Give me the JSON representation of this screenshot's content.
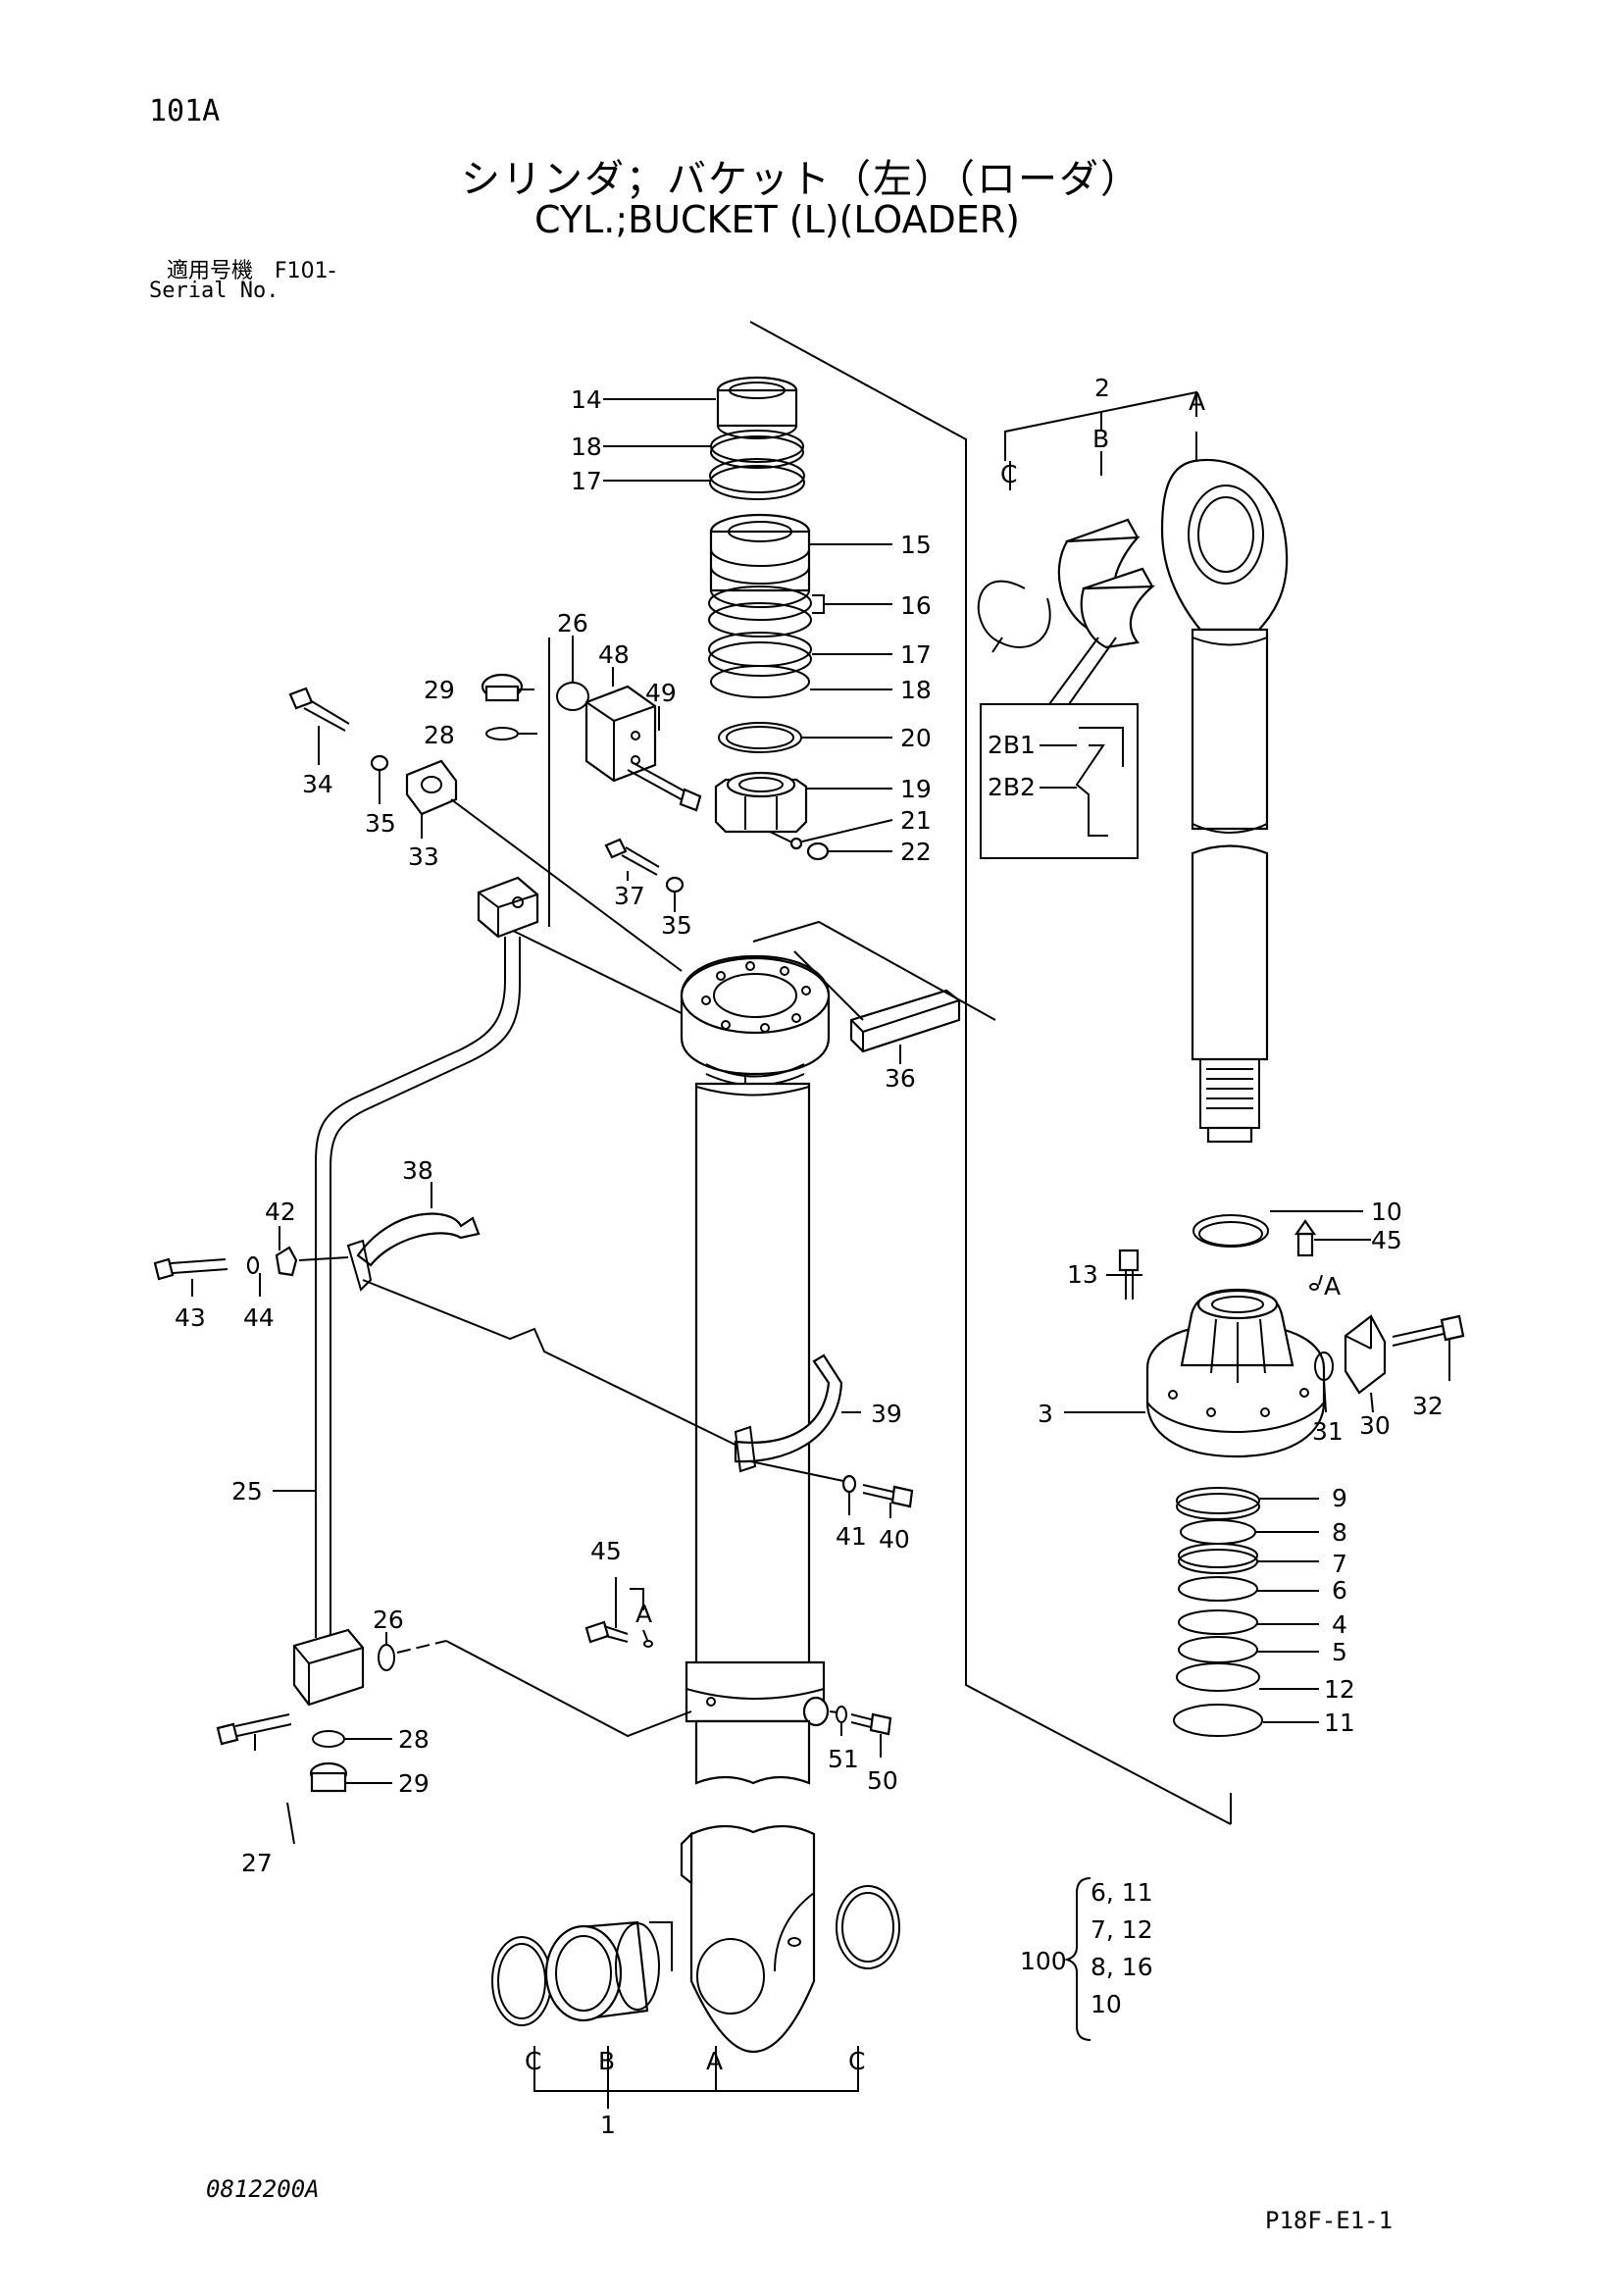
{
  "page_number": "101A",
  "title_jp": "シリンダ；バケット（左）（ローダ）",
  "title_en": "CYL.;BUCKET (L)(LOADER)",
  "serial_jp": "適用号機　F101-",
  "serial_en": "Serial No.",
  "drawing_code": "0812200A",
  "sheet_ref": "P18F-E1-1",
  "callouts": {
    "c1": "1",
    "c2": "2",
    "c3": "3",
    "c4": "4",
    "c5": "5",
    "c6": "6",
    "c7": "7",
    "c8": "8",
    "c9": "9",
    "c10": "10",
    "c10b": "10",
    "c11": "11",
    "c12": "12",
    "c13": "13",
    "c14": "14",
    "c15": "15",
    "c16": "16",
    "c17a": "17",
    "c17b": "17",
    "c18a": "18",
    "c18b": "18",
    "c19": "19",
    "c20": "20",
    "c21": "21",
    "c22": "22",
    "c25": "25",
    "c26a": "26",
    "c26b": "26",
    "c27": "27",
    "c28a": "28",
    "c28b": "28",
    "c29a": "29",
    "c29b": "29",
    "c30": "30",
    "c31": "31",
    "c32": "32",
    "c33": "33",
    "c34": "34",
    "c35a": "35",
    "c35b": "35",
    "c36": "36",
    "c37": "37",
    "c38": "38",
    "c39": "39",
    "c40": "40",
    "c41": "41",
    "c42": "42",
    "c43": "43",
    "c44": "44",
    "c45a": "45",
    "c45b": "45",
    "c48": "48",
    "c49": "49",
    "c50": "50",
    "c51": "51",
    "c100": "100"
  },
  "letters": {
    "a_top": "A",
    "b_top": "B",
    "c_top": "C",
    "a_45r": "A",
    "a_45l": "A",
    "c_bl": "C",
    "b_bl": "B",
    "a_bl": "A",
    "c_br": "C",
    "detail_2b1": "2B1",
    "detail_2b2": "2B2"
  },
  "kit_100": [
    "6, 11",
    "7, 12",
    "8, 16",
    "10"
  ]
}
